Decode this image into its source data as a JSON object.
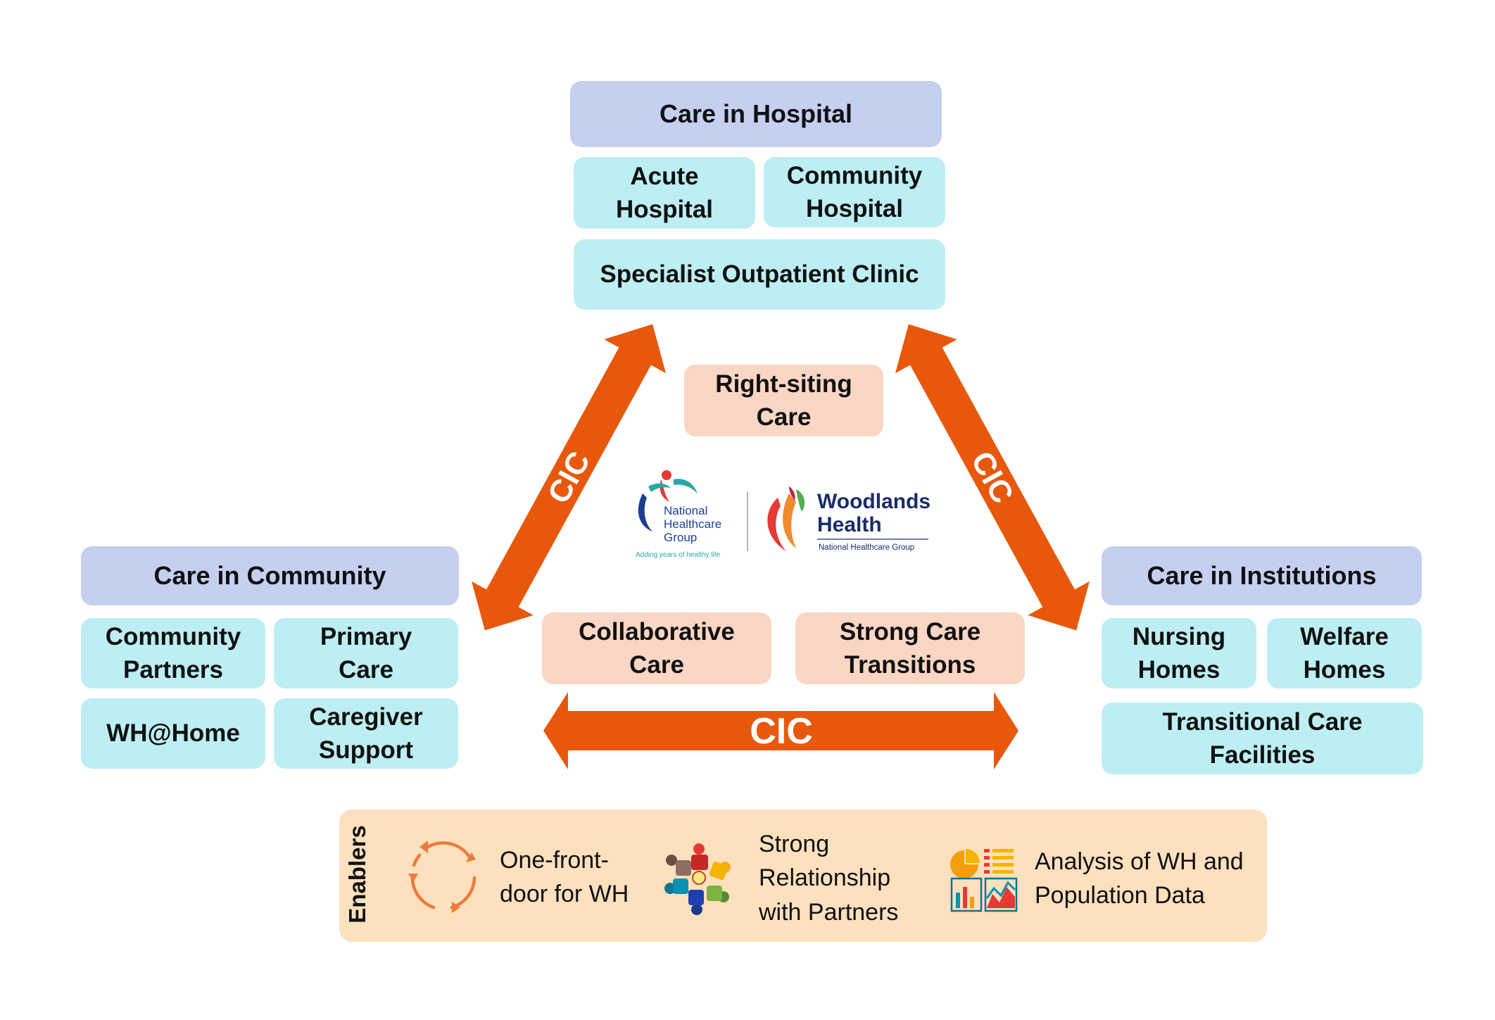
{
  "hospital": {
    "title": "Care in Hospital",
    "items": [
      "Acute\nHospital",
      "Community\nHospital",
      "Specialist Outpatient Clinic"
    ]
  },
  "community": {
    "title": "Care in Community",
    "items": [
      "Community\nPartners",
      "Primary\nCare",
      "WH@Home",
      "Caregiver\nSupport"
    ]
  },
  "institutions": {
    "title": "Care in Institutions",
    "items": [
      "Nursing\nHomes",
      "Welfare\nHomes",
      "Transitional Care\nFacilities"
    ]
  },
  "center": {
    "right_siting": "Right-siting\nCare",
    "collaborative": "Collaborative\nCare",
    "transitions": "Strong Care\nTransitions"
  },
  "arrows": {
    "left": "CIC",
    "right": "CIC",
    "bottom": "CIC"
  },
  "logos": {
    "nhg_line1": "National",
    "nhg_line2": "Healthcare",
    "nhg_line3": "Group",
    "nhg_tagline": "Adding years of healthy life",
    "wh_line1": "Woodlands",
    "wh_line2": "Health",
    "wh_sub": "National Healthcare Group"
  },
  "enablers": {
    "label": "Enablers",
    "items": [
      {
        "icon": "cycle-arrows-icon",
        "text": "One-front-\ndoor for WH"
      },
      {
        "icon": "people-circle-icon",
        "text": "Strong\nRelationship\nwith Partners"
      },
      {
        "icon": "analytics-charts-icon",
        "text": "Analysis of WH and\nPopulation Data"
      }
    ]
  },
  "colors": {
    "header": "#c5cff0",
    "sub_box": "#bdeef3",
    "pill": "#fbd6c4",
    "arrow": "#e8580c",
    "enablers_bg": "#fde0bd",
    "nhg_blue": "#1c3f94",
    "wh_navy": "#1a2c6b"
  }
}
